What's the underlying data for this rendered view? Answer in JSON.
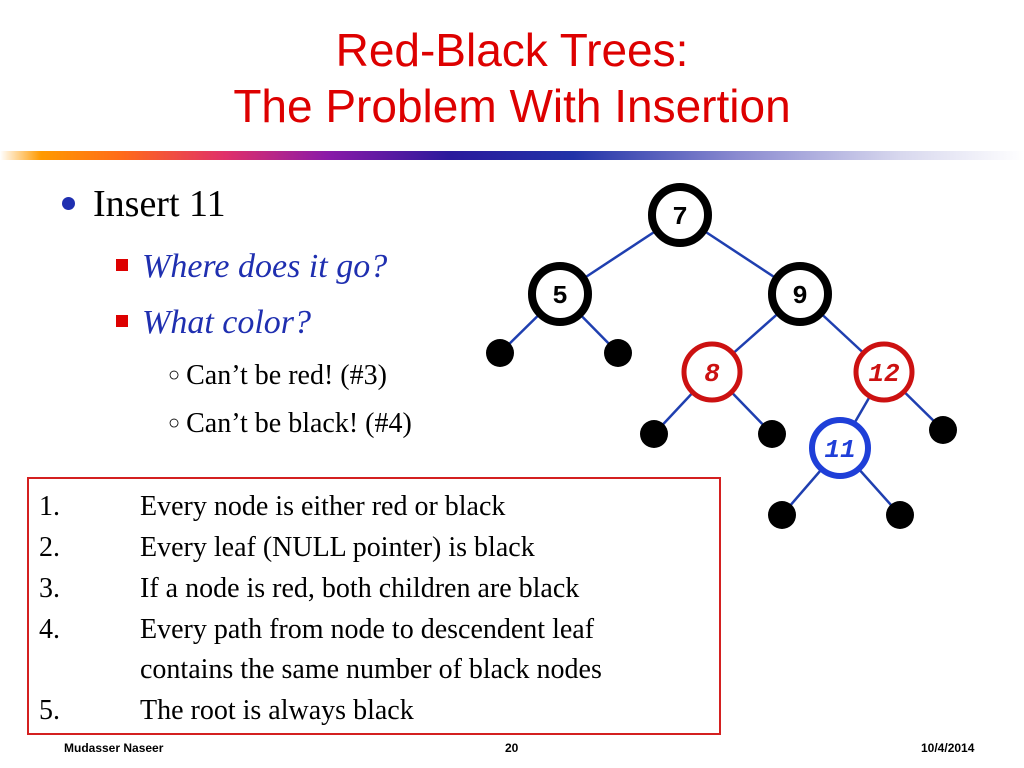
{
  "title": {
    "line1": "Red-Black Trees:",
    "line2": "The Problem With Insertion"
  },
  "bullets": {
    "level1": "Insert 11",
    "level2": [
      "Where does it go?",
      "What color?"
    ],
    "level3": [
      "Can’t be red! (#3)",
      "Can’t be black! (#4)"
    ]
  },
  "rules": [
    {
      "num": "1.",
      "text": "Every node is either red or black"
    },
    {
      "num": "2.",
      "text": "Every leaf (NULL pointer) is black"
    },
    {
      "num": "3.",
      "text": "If a node is red, both children are black"
    },
    {
      "num": "4.",
      "text": "Every path from node to descendent leaf",
      "text2": "contains the same number of black nodes"
    },
    {
      "num": "5.",
      "text": "The root is always black"
    }
  ],
  "tree": {
    "nodes": [
      {
        "id": "7",
        "label": "7",
        "color": "black"
      },
      {
        "id": "5",
        "label": "5",
        "color": "black"
      },
      {
        "id": "9",
        "label": "9",
        "color": "black"
      },
      {
        "id": "8",
        "label": "8",
        "color": "red"
      },
      {
        "id": "12",
        "label": "12",
        "color": "red"
      },
      {
        "id": "11",
        "label": "11",
        "color": "blue"
      }
    ],
    "colors": {
      "black": "#000000",
      "red": "#cc1111",
      "blue": "#1f3fd8",
      "edge": "#1f3fb0"
    }
  },
  "footer": {
    "author": "Mudasser Naseer",
    "page": "20",
    "date": "10/4/2014"
  },
  "colors": {
    "title": "#dd0000",
    "subbullet_text": "#1f2fb0",
    "box_border": "#d42020"
  }
}
